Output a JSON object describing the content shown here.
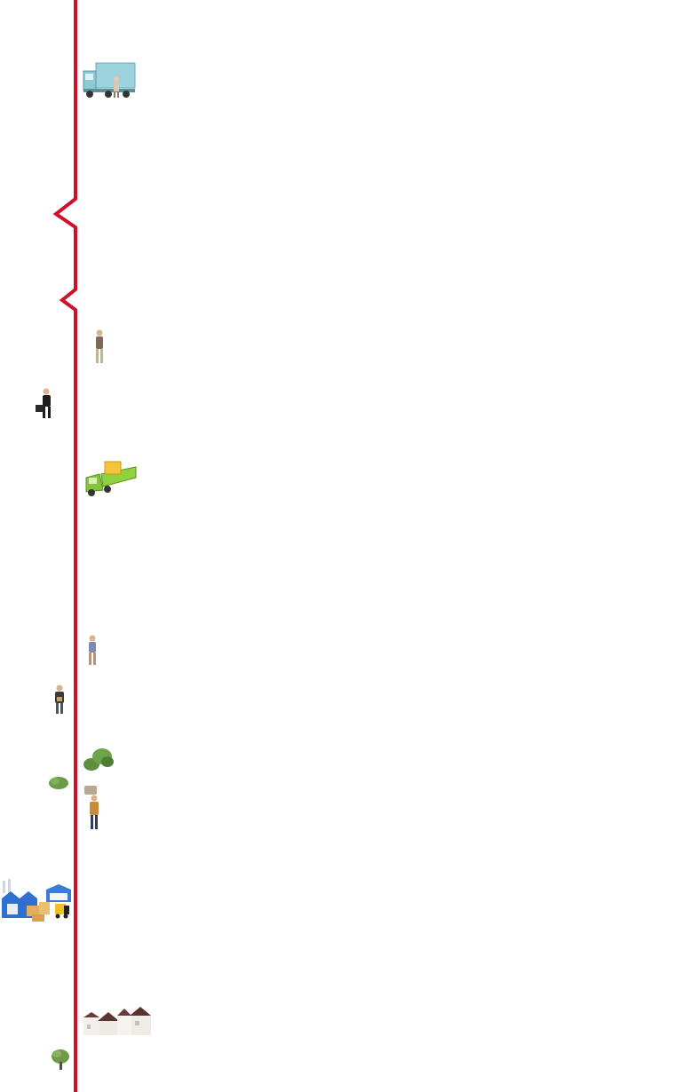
{
  "colors": {
    "timeline": "#d0102a",
    "background": "#ffffff"
  },
  "items": [
    {
      "icon": "box-truck-icon",
      "side": "right"
    },
    {
      "icon": "person-standing-icon",
      "side": "right"
    },
    {
      "icon": "businessman-briefcase-icon",
      "side": "left"
    },
    {
      "icon": "flatbed-truck-icon",
      "side": "right"
    },
    {
      "icon": "person-standing-icon",
      "side": "right"
    },
    {
      "icon": "worker-icon",
      "side": "left"
    },
    {
      "icon": "shrub-icon",
      "side": "right"
    },
    {
      "icon": "shrub-icon",
      "side": "left"
    },
    {
      "icon": "carrier-person-icon",
      "side": "right"
    },
    {
      "icon": "factory-warehouse-icon",
      "side": "left"
    },
    {
      "icon": "houses-icon",
      "side": "right"
    },
    {
      "icon": "tree-icon",
      "side": "left"
    }
  ]
}
